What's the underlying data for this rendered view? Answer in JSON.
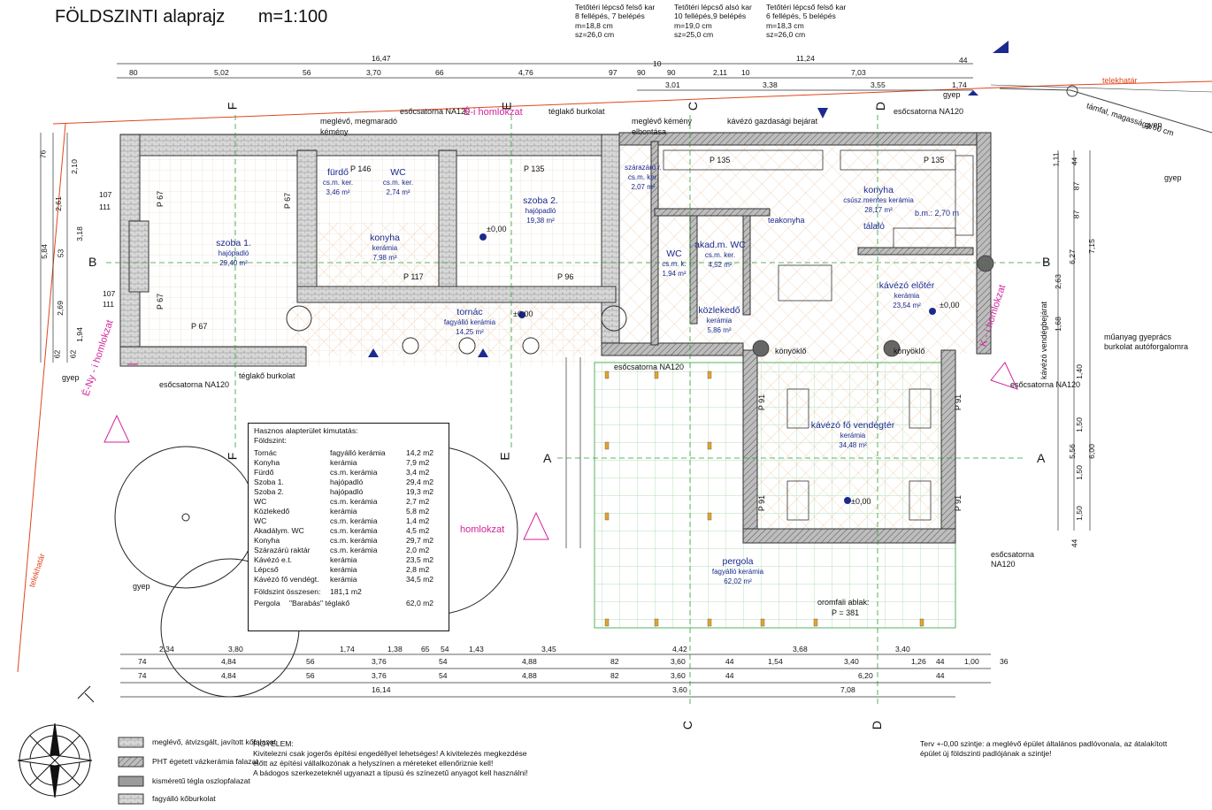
{
  "title": {
    "text": "FÖLDSZINTI alaprajz",
    "scale": "m=1:100"
  },
  "stairs": [
    {
      "lines": [
        "Tetőtéri lépcső felső kar",
        "8 fellépés, 7 belépés",
        "m=18,8 cm",
        "sz=26,0 cm"
      ]
    },
    {
      "lines": [
        "Tetőtéri lépcső alsó kar",
        "10 fellépés,9 belépés",
        "m=19,0 cm",
        "sz=25,0 cm"
      ]
    },
    {
      "lines": [
        "Tetőtéri lépcső felső kar",
        "6 fellépés, 5 belépés",
        "m=18,3 cm",
        "sz=26,0 cm"
      ]
    }
  ],
  "rooms": [
    {
      "name": "szoba 1.",
      "mat": "hajópadló",
      "area": "29,40 m²"
    },
    {
      "name": "fürdő",
      "mat": "cs.m. ker.",
      "area": "3,46 m²"
    },
    {
      "name": "WC",
      "mat": "cs.m. ker.",
      "area": "2,74 m²"
    },
    {
      "name": "konyha",
      "mat": "kerámia",
      "area": "7,98 m²"
    },
    {
      "name": "szoba 2.",
      "mat": "hajópadló",
      "area": "19,38 m²"
    },
    {
      "name": "tornác",
      "mat": "fagyálló kerámia",
      "area": "14,25 m²"
    },
    {
      "name": "szárazárú r.",
      "mat": "cs.m. ker.",
      "area": "2,07 m²"
    },
    {
      "name": "konyha",
      "mat": "csúsz.mentes kerámia",
      "area": "28,17 m²"
    },
    {
      "name": "WC",
      "mat": "cs.m. k.",
      "area": "1,94 m²"
    },
    {
      "name": "akad.m. WC",
      "mat": "cs.m. ker.",
      "area": "4,52 m²"
    },
    {
      "name": "közlekedő",
      "mat": "kerámia",
      "area": "5,86 m²"
    },
    {
      "name": "kávézó előtér",
      "mat": "kerámia",
      "area": "23,54 m²"
    },
    {
      "name": "kávézó fő vendégtér",
      "mat": "kerámia",
      "area": "34,48 m²"
    },
    {
      "name": "pergola",
      "mat": "fagyálló kerámia",
      "area": "62,02 m²"
    }
  ],
  "labels": {
    "esocsatorna": "esőcsatorna NA120",
    "esocsatorna2": "esőcsatorna",
    "na120": "NA120",
    "teglako": "téglakő burkolat",
    "megmarado": "meglévő, megmaradó",
    "kemeny": "kémény",
    "meglevo_kemeny": "meglévő kémény",
    "elbontasa": "elbontása",
    "gazdasagi": "kávézó gazdasági bejárat",
    "telekhatar": "telekhatár",
    "telekhatar2": "telekhatár",
    "tamfal": "támfal, magassága 60 cm",
    "gyep": "gyep",
    "gyeprács": "műanyag gyeprács",
    "gyeprács2": "burkolat autóforgalomra",
    "vendegbejarat": "kávézó vendégbejárat",
    "oromfal": "oromfali ablak:",
    "oromfal_p": "P = 381",
    "homlokzat_e": "É-i homlokzat",
    "homlokzat_ny": "É-Ny - i homlokzat",
    "homlokzat_k": "K - i homlokzat",
    "homlokzat_d": "homlokzat",
    "tálaló": "tálaló",
    "teakony": "teakonyha",
    "konyoklo": "könyöklő",
    "level0": "±0,00",
    "bm": "b.m.: 2,70 m"
  },
  "dims_top": [
    "80",
    "5,02",
    "56",
    "3,70",
    "66",
    "4,76",
    "97",
    "90",
    "90",
    "10",
    "2,11",
    "10",
    "3,38",
    "7,03",
    "3,55",
    "44",
    "1,74"
  ],
  "dims_top_total": [
    "16,47",
    "11,24",
    "3,01"
  ],
  "dims_bottom1": [
    "2,34",
    "3,80",
    "1,74",
    "1,38",
    "65",
    "54",
    "1,43",
    "3,45",
    "4,42",
    "3,68",
    "3,40"
  ],
  "dims_bottom2": [
    "74",
    "4,84",
    "56",
    "3,76",
    "54",
    "4,88",
    "82",
    "3,60",
    "44",
    "1,54",
    "3,40",
    "1,26",
    "44",
    "1,00",
    "36"
  ],
  "dims_bottom3": [
    "74",
    "4,84",
    "56",
    "3,76",
    "54",
    "4,88",
    "82",
    "3,60",
    "44",
    "6,20",
    "44"
  ],
  "dims_bottom4": [
    "16,14",
    "3,60",
    "7,08"
  ],
  "dims_left": [
    "76",
    "2,10",
    "2,61",
    "3,18",
    "53",
    "5,84",
    "2,69",
    "1,94",
    "62",
    "62",
    "107",
    "111",
    "107",
    "111"
  ],
  "dims_right": [
    "1,11",
    "44",
    "87",
    "87",
    "6,27",
    "7,15",
    "2,63",
    "1,68",
    "1,40",
    "1,50",
    "5,56",
    "6,00",
    "1,50",
    "1,50",
    "44"
  ],
  "section_letters": [
    "F",
    "E",
    "C",
    "D",
    "B",
    "A",
    "F",
    "E",
    "C",
    "D",
    "A",
    "B"
  ],
  "table": {
    "header": [
      "Hasznos alapterület kimutatás:",
      "Földszint:"
    ],
    "rows": [
      [
        "Tornác",
        "fagyálló kerámia",
        "14,2 m2"
      ],
      [
        "Konyha",
        "kerámia",
        "7,9 m2"
      ],
      [
        "Fürdő",
        "cs.m. kerámia",
        "3,4 m2"
      ],
      [
        "Szoba 1.",
        "hajópadló",
        "29,4 m2"
      ],
      [
        "Szoba 2.",
        "hajópadló",
        "19,3 m2"
      ],
      [
        "WC",
        "cs.m. kerámia",
        "2,7 m2"
      ],
      [
        "Közlekedő",
        "kerámia",
        "5,8 m2"
      ],
      [
        "WC",
        "cs.m. kerámia",
        "1,4 m2"
      ],
      [
        "Akadálym. WC",
        "cs.m. kerámia",
        "4,5 m2"
      ],
      [
        "Konyha",
        "cs.m. kerámia",
        "29,7 m2"
      ],
      [
        "Szárazárú raktár",
        "cs.m. kerámia",
        "2,0 m2"
      ],
      [
        "Kávézó e.t.",
        "kerámia",
        "23,5 m2"
      ],
      [
        "Lépcső",
        "kerámia",
        "2,8 m2"
      ],
      [
        "Kávézó fő vendégt.",
        "kerámia",
        "34,5 m2"
      ]
    ],
    "total": [
      "Földszint összesen:",
      "181,1 m2"
    ],
    "pergola": [
      "Pergola",
      "\"Barabás\" téglakő",
      "62,0 m2"
    ]
  },
  "legend": [
    "meglévő, átvizsgált, javított kőfalazat",
    "PHT égetett vázkerámia falazat",
    "kisméretű tégla oszlopfalazat",
    "fagyálló kőburkolat"
  ],
  "notes": {
    "title": "FIGYELEM:",
    "lines": [
      "Kivitelezni csak jogerős építési engedéllyel lehetséges! A kivitelezés megkezdése",
      "előtt az építési vállalkozónak a helyszínen a méreteket ellenőriznie kell!",
      "A bádogos szerkezeteknél ugyanazt a típusú és színezetű anyagot kell használni!"
    ]
  },
  "terv_note": [
    "Terv +-0,00 szintje: a meglévő épület általános padlóvonala, az átalakított",
    "épület új földszinti padlójának a szintje!"
  ],
  "symbols": {
    "p_labels": [
      "P 146",
      "P 117",
      "P 135",
      "P 96",
      "P 67",
      "P 67",
      "P 67",
      "P 67",
      "P 135",
      "P 135",
      "P 91",
      "P 91",
      "P 91",
      "P 91"
    ]
  },
  "colors": {
    "blue": "#1b2a8f",
    "magenta": "#d3239a",
    "red": "#e0461e",
    "green": "#2e9e3a",
    "wall": "#5b5b5b"
  }
}
